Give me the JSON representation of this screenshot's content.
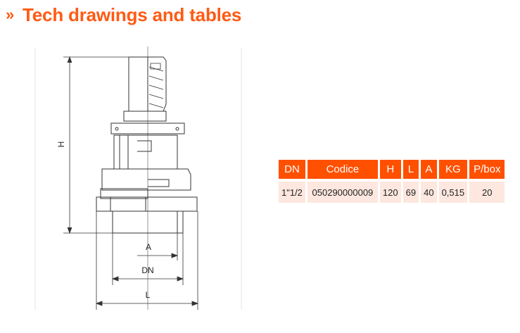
{
  "title": {
    "chevron": "»",
    "text": "Tech drawings and tables"
  },
  "drawing": {
    "labels": {
      "H": "H",
      "A": "A",
      "DN": "DN",
      "L": "L"
    }
  },
  "table": {
    "headers": [
      "DN",
      "Codice",
      "H",
      "L",
      "A",
      "KG",
      "P/box"
    ],
    "rows": [
      [
        "1\"1/2",
        "050290000009",
        "120",
        "69",
        "40",
        "0,515",
        "20"
      ]
    ]
  },
  "colors": {
    "accent": "#ff5000",
    "row_bg": "#fde7df"
  }
}
